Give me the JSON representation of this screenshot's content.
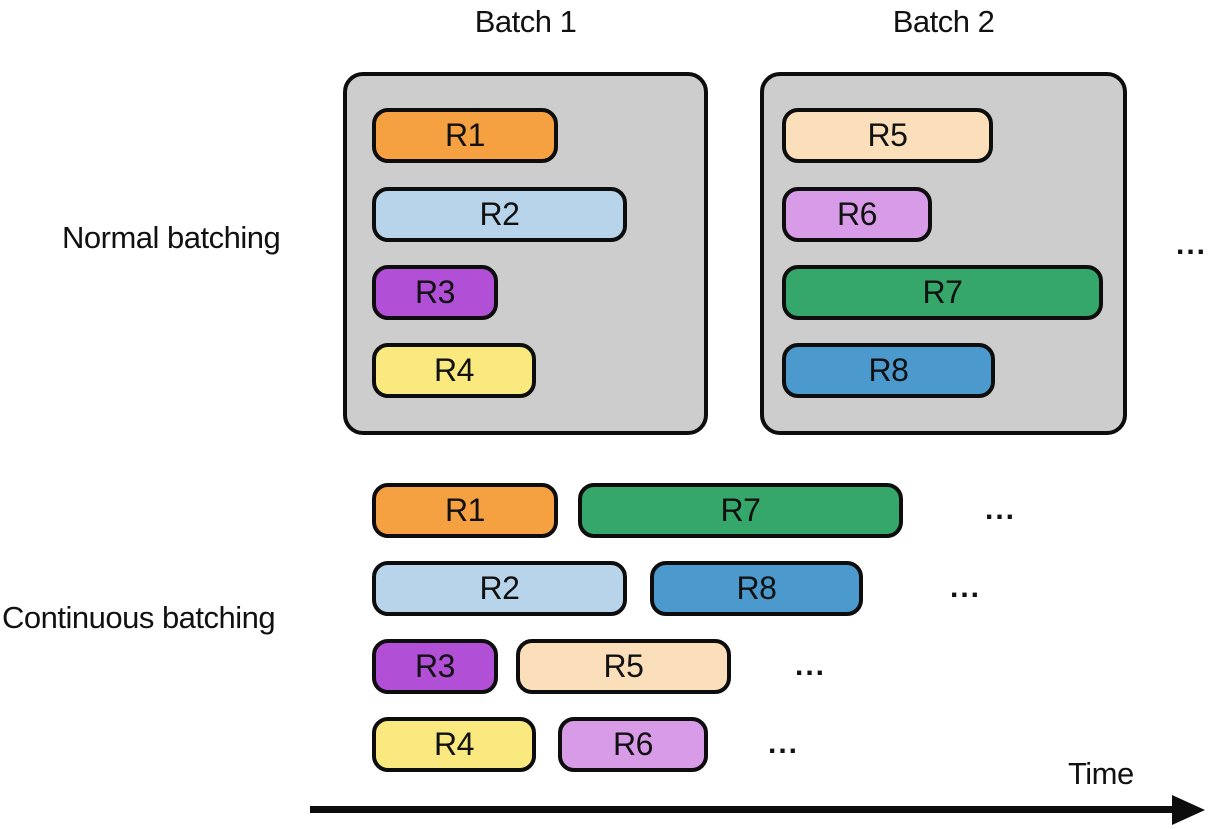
{
  "titles": {
    "batch1": "Batch 1",
    "batch2": "Batch 2"
  },
  "labels": {
    "normal": "Normal batching",
    "continuous": "Continuous batching",
    "time": "Time",
    "ellipsis": "..."
  },
  "colors": {
    "r1": "#F5A142",
    "r2": "#B7D4EA",
    "r3": "#B14FD6",
    "r4": "#F9E97E",
    "r5": "#FBDFBA",
    "r6": "#D79BE8",
    "r7": "#35A76A",
    "r8": "#4C99CE",
    "batch_box_bg": "#CDCDCD",
    "outline": "#0D0D0D"
  },
  "normal_batching": {
    "batch1": {
      "title": "Batch 1",
      "requests": [
        "R1",
        "R2",
        "R3",
        "R4"
      ]
    },
    "batch2": {
      "title": "Batch 2",
      "requests": [
        "R5",
        "R6",
        "R7",
        "R8"
      ]
    },
    "ellipsis": "..."
  },
  "continuous_batching": {
    "rows": [
      {
        "requests": [
          "R1",
          "R7"
        ],
        "ellipsis": "..."
      },
      {
        "requests": [
          "R2",
          "R8"
        ],
        "ellipsis": "..."
      },
      {
        "requests": [
          "R3",
          "R5"
        ],
        "ellipsis": "..."
      },
      {
        "requests": [
          "R4",
          "R6"
        ],
        "ellipsis": "..."
      }
    ]
  },
  "time_axis": {
    "label": "Time"
  }
}
